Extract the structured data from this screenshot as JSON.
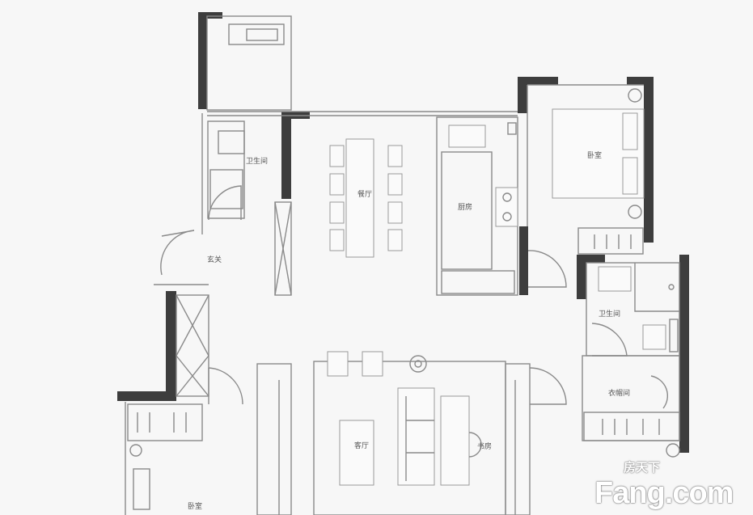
{
  "rooms": {
    "bathroom_1": "卫生间",
    "dining_room": "餐厅",
    "kitchen": "厨房",
    "bedroom_1": "卧室",
    "entrance": "玄关",
    "bathroom_2": "卫生间",
    "walk_in_closet": "衣帽间",
    "living_room": "客厅",
    "study": "书房",
    "bedroom_2": "卧室"
  },
  "watermark": {
    "cn": "房天下",
    "en": "Fang.com"
  }
}
